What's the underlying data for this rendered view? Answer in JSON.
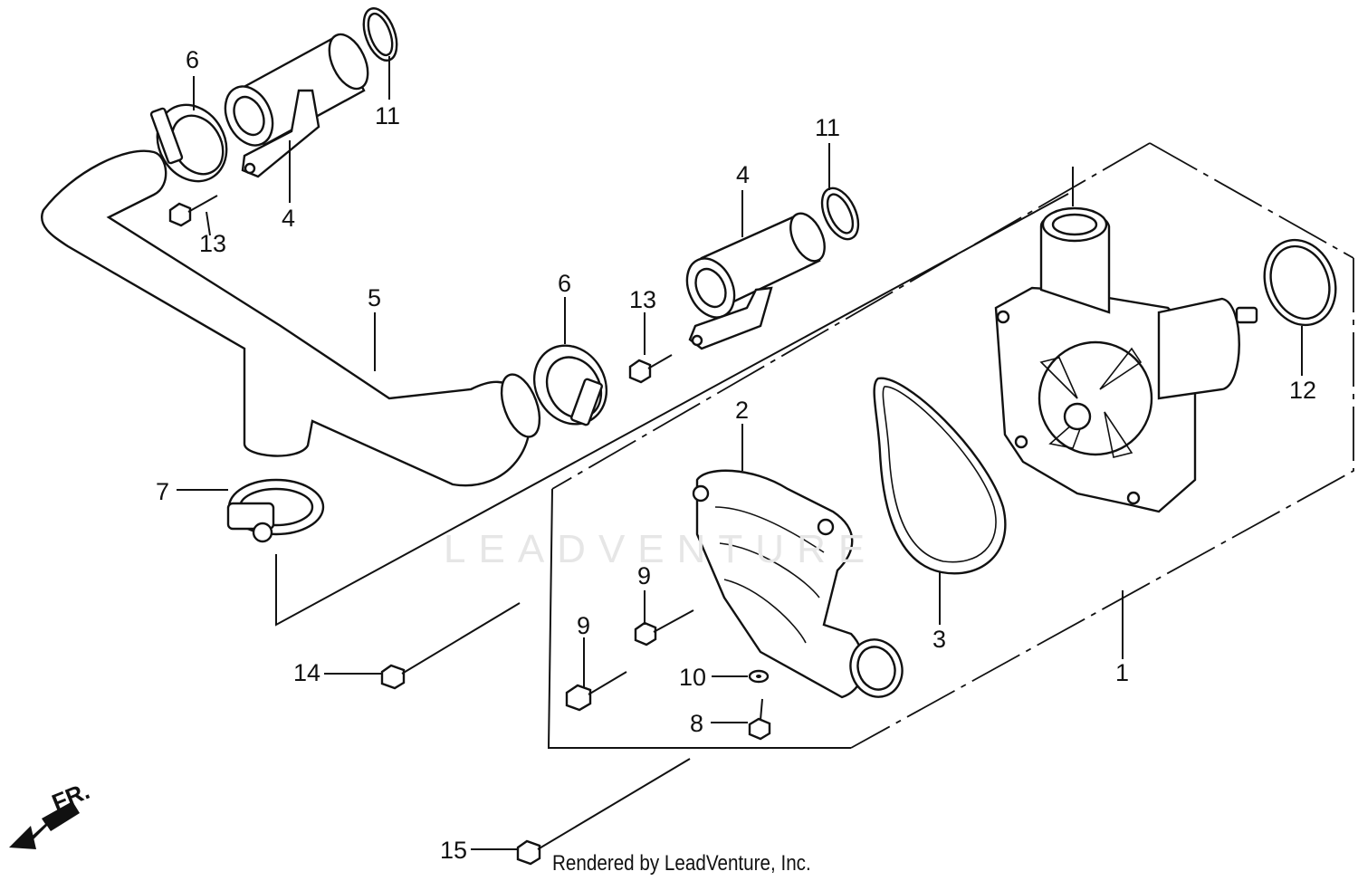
{
  "diagram": {
    "callouts": {
      "c1": "1",
      "c2": "2",
      "c3": "3",
      "c4a": "4",
      "c4b": "4",
      "c5": "5",
      "c6a": "6",
      "c6b": "6",
      "c7": "7",
      "c8": "8",
      "c9a": "9",
      "c9b": "9",
      "c10": "10",
      "c11a": "11",
      "c11b": "11",
      "c12": "12",
      "c13a": "13",
      "c13b": "13",
      "c14": "14",
      "c15": "15"
    },
    "direction_label": "FR."
  },
  "watermark": "LEADVENTURE",
  "footer": "Rendered by LeadVenture, Inc."
}
